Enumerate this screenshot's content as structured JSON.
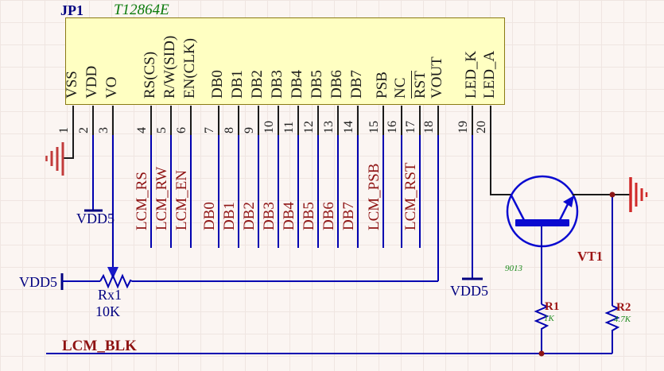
{
  "connector": {
    "designator": "JP1",
    "part_number": "T12864E",
    "pins": [
      {
        "num": "1",
        "name": "VSS",
        "net": ""
      },
      {
        "num": "2",
        "name": "VDD",
        "net": "VDD5"
      },
      {
        "num": "3",
        "name": "VO",
        "net": ""
      },
      {
        "num": "4",
        "name": "RS(CS)",
        "net": "LCM_RS"
      },
      {
        "num": "5",
        "name": "R/W(SID)",
        "net": "LCM_RW"
      },
      {
        "num": "6",
        "name": "EN(CLK)",
        "net": "LCM_EN"
      },
      {
        "num": "7",
        "name": "DB0",
        "net": "DB0"
      },
      {
        "num": "8",
        "name": "DB1",
        "net": "DB1"
      },
      {
        "num": "9",
        "name": "DB2",
        "net": "DB2"
      },
      {
        "num": "10",
        "name": "DB3",
        "net": "DB3"
      },
      {
        "num": "11",
        "name": "DB4",
        "net": "DB4"
      },
      {
        "num": "12",
        "name": "DB5",
        "net": "DB5"
      },
      {
        "num": "13",
        "name": "DB6",
        "net": "DB6"
      },
      {
        "num": "14",
        "name": "DB7",
        "net": "DB7"
      },
      {
        "num": "15",
        "name": "PSB",
        "net": "LCM_PSB"
      },
      {
        "num": "16",
        "name": "NC",
        "net": ""
      },
      {
        "num": "17",
        "name": "RST",
        "net": "LCM_RST",
        "overline": true
      },
      {
        "num": "18",
        "name": "VOUT",
        "net": ""
      },
      {
        "num": "19",
        "name": "LED_K",
        "net": "VDD5"
      },
      {
        "num": "20",
        "name": "LED_A",
        "net": ""
      }
    ]
  },
  "components": {
    "transistor": {
      "designator": "VT1",
      "value": "9013"
    },
    "r1": {
      "designator": "R1",
      "value": "1K"
    },
    "r2": {
      "designator": "R2",
      "value": "4.7K"
    },
    "rx1": {
      "designator": "Rx1",
      "value": "10K"
    }
  },
  "nets": {
    "vdd5": "VDD5",
    "lcm_blk": "LCM_BLK"
  },
  "colors": {
    "wire_blue": "#0000b0",
    "net_label_red": "#8e1212",
    "designator_red": "#9c1414",
    "value_green": "#1e8a1e",
    "power_navy": "#000080",
    "ground_red": "#d02a2a",
    "box_fill": "#ffffc2",
    "box_border": "#8a7a14",
    "background": "#fbf5f2"
  }
}
